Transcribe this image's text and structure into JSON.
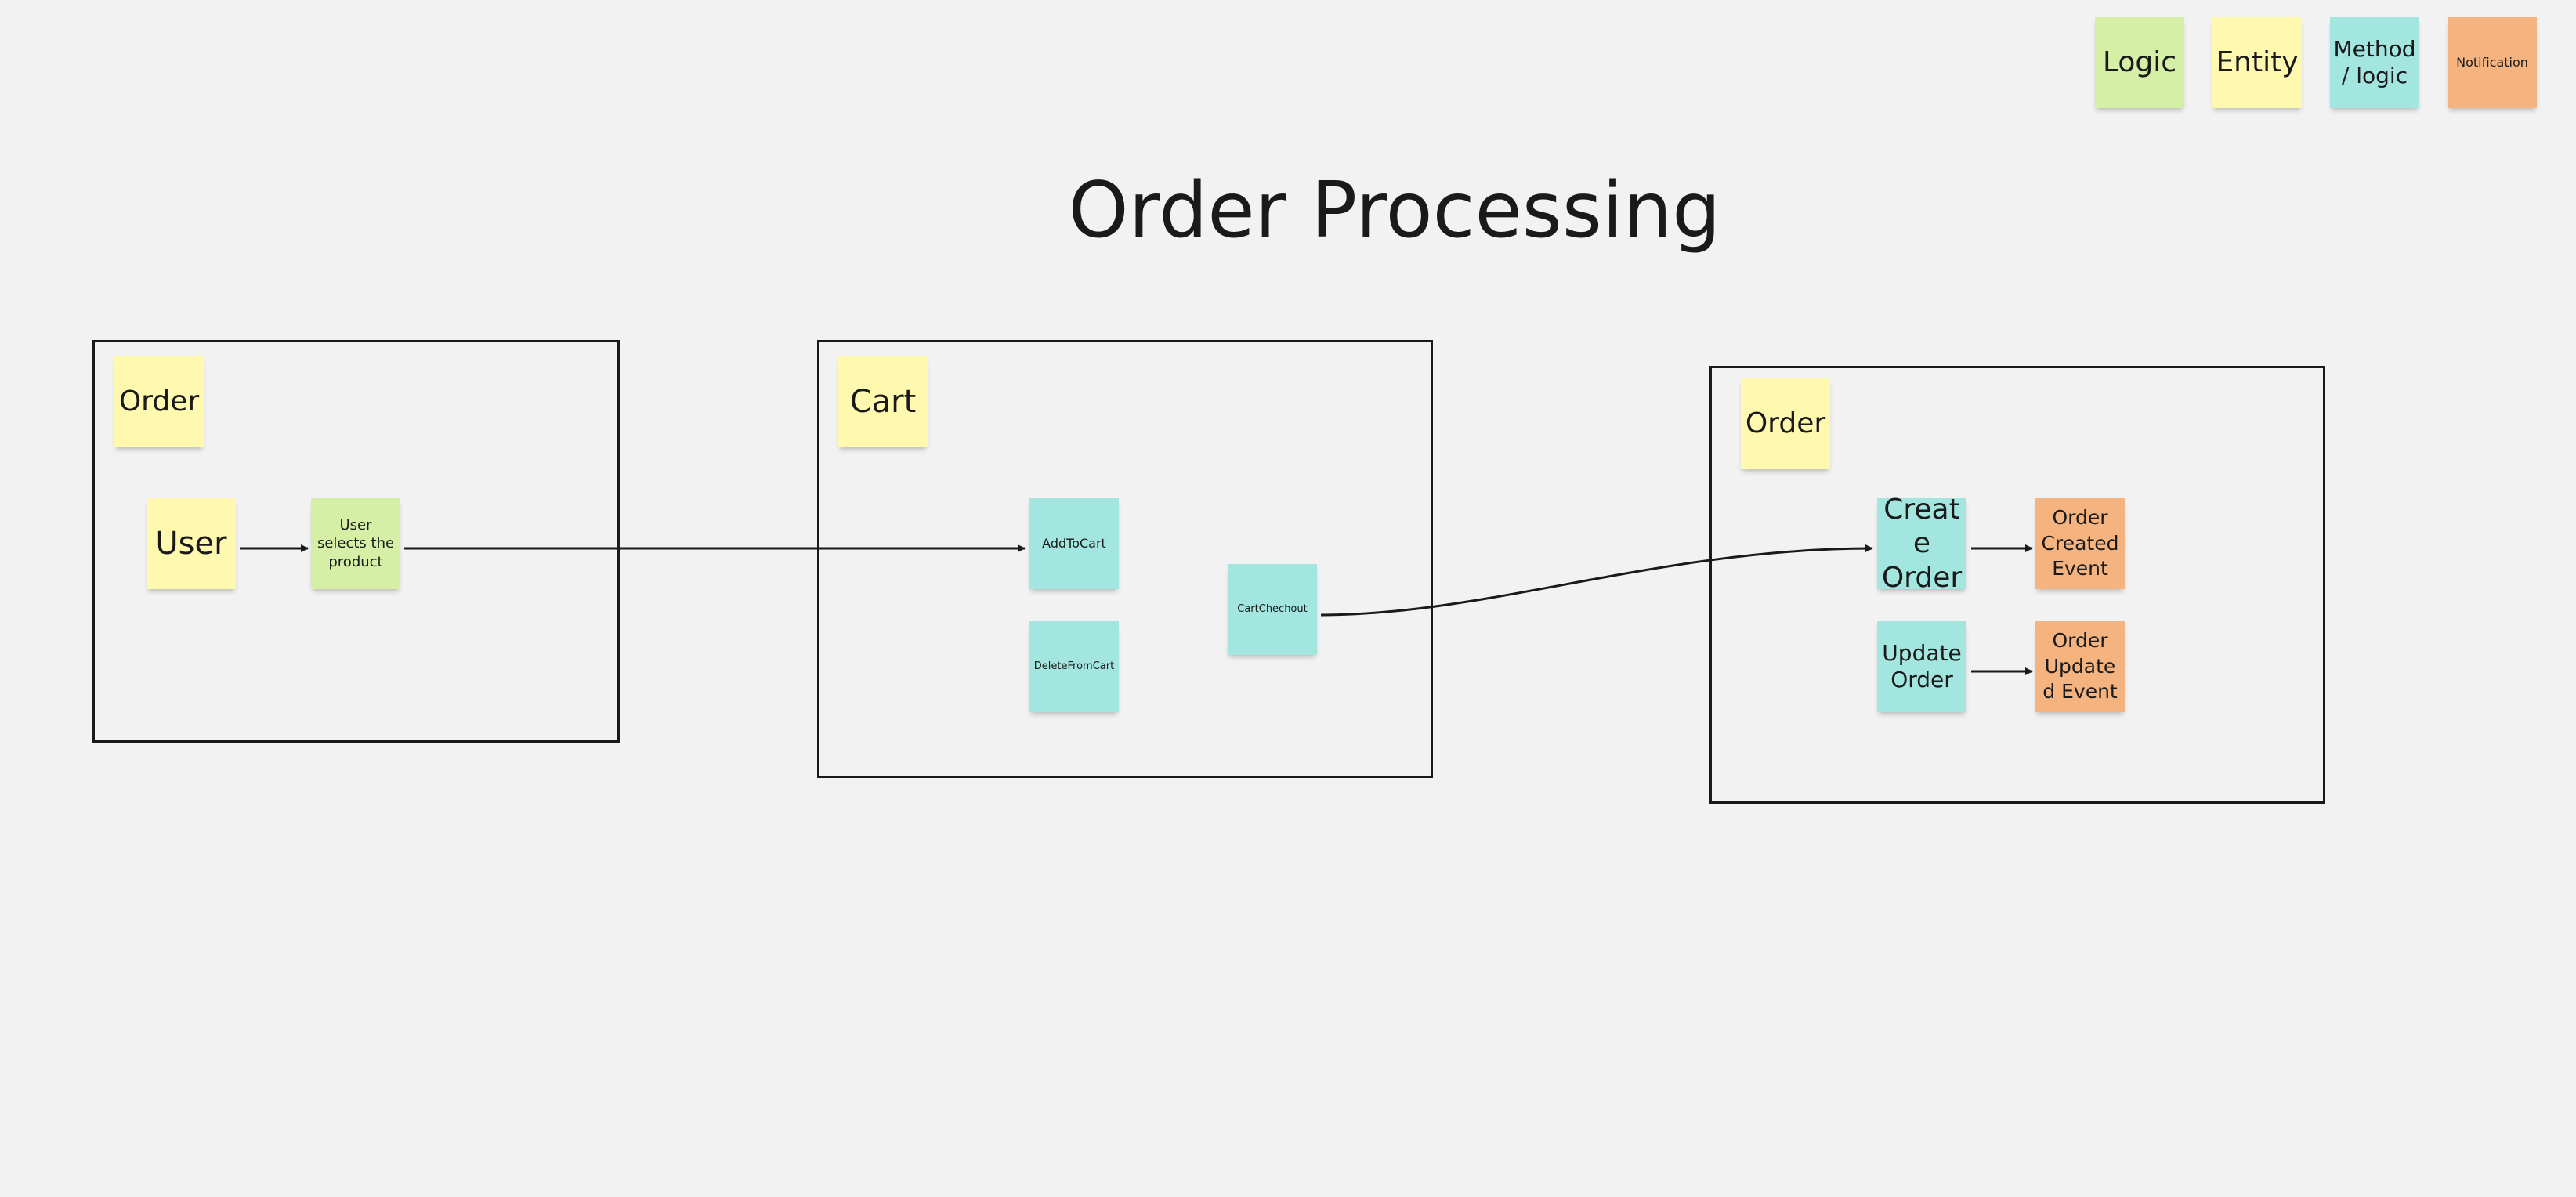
{
  "title": "Order Processing",
  "colors": {
    "background": "#f2f2f2",
    "entity": "#fff9b0",
    "logic": "#d5efa7",
    "method_logic": "#a3e6df",
    "notification": "#f5b47f",
    "frame_border": "#1a1a1a",
    "connector": "#1a1a1a"
  },
  "legend": {
    "logic": "Logic",
    "entity": "Entity",
    "method": "Method / logic",
    "notification": "Notification"
  },
  "frames": {
    "order_left": {
      "label": "Order",
      "user": "User",
      "user_selects": "User selects the product"
    },
    "cart": {
      "label": "Cart",
      "add_to_cart": "AddToCart",
      "delete_from_cart": "DeleteFromCart",
      "cart_checkout": "CartChechout"
    },
    "order_right": {
      "label": "Order",
      "create_order": "Create Order",
      "order_created_event": "Order Created Event",
      "update_order": "Update Order",
      "order_updated_event": "Order Updated Event"
    }
  }
}
